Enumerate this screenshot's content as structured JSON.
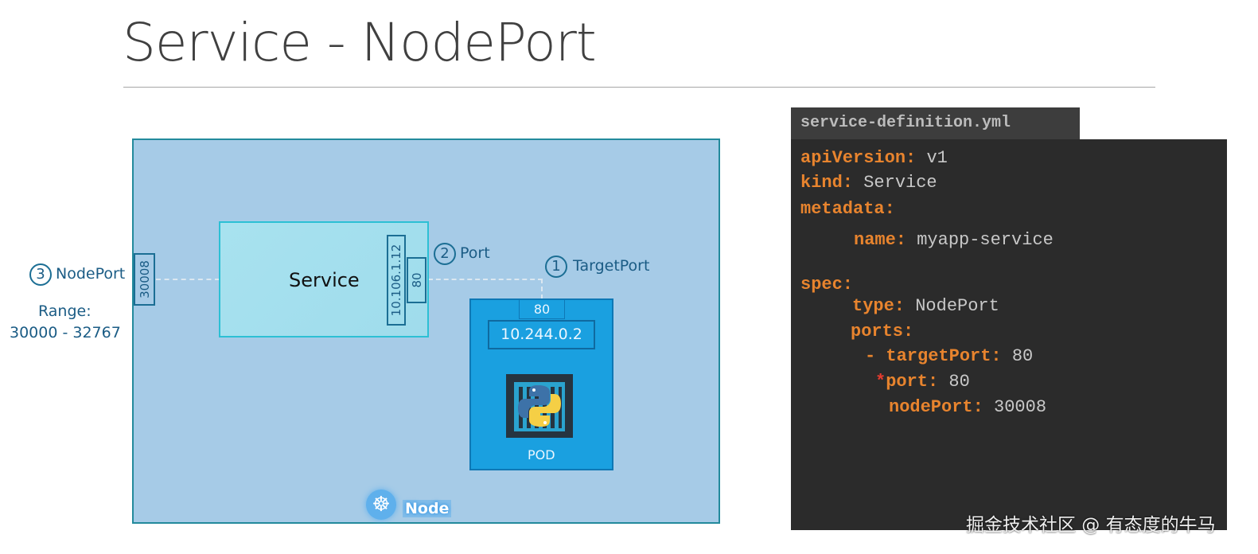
{
  "slide": {
    "title": "Service - NodePort"
  },
  "diagram": {
    "node_label": "Node",
    "node_icon": "kubernetes-helm-icon",
    "node_port_value": "30008",
    "service_label": "Service",
    "service_ip": "10.106.1.12",
    "service_port": "80",
    "pod_port": "80",
    "pod_ip": "10.244.0.2",
    "pod_label": "POD",
    "pod_icon": "python-container-icon",
    "callouts": [
      {
        "number": "1",
        "label": "TargetPort"
      },
      {
        "number": "2",
        "label": "Port"
      },
      {
        "number": "3",
        "label": "NodePort"
      }
    ],
    "range_label": "Range:",
    "range_value": "30000 - 32767"
  },
  "yaml": {
    "filename": "service-definition.yml",
    "lines": {
      "apiVersion_key": "apiVersion:",
      "apiVersion_val": "v1",
      "kind_key": "kind:",
      "kind_val": "Service",
      "metadata_key": "metadata:",
      "name_key": "name:",
      "name_val": "myapp-service",
      "spec_key": "spec:",
      "type_key": "type:",
      "type_val": "NodePort",
      "ports_key": "ports:",
      "dash": "-",
      "targetPort_key": "targetPort:",
      "targetPort_val": "80",
      "asterisk": "*",
      "port_key": "port:",
      "port_val": "80",
      "nodePort_key": "nodePort:",
      "nodePort_val": "30008"
    }
  },
  "watermark": "掘金技术社区 @ 有态度的牛马"
}
